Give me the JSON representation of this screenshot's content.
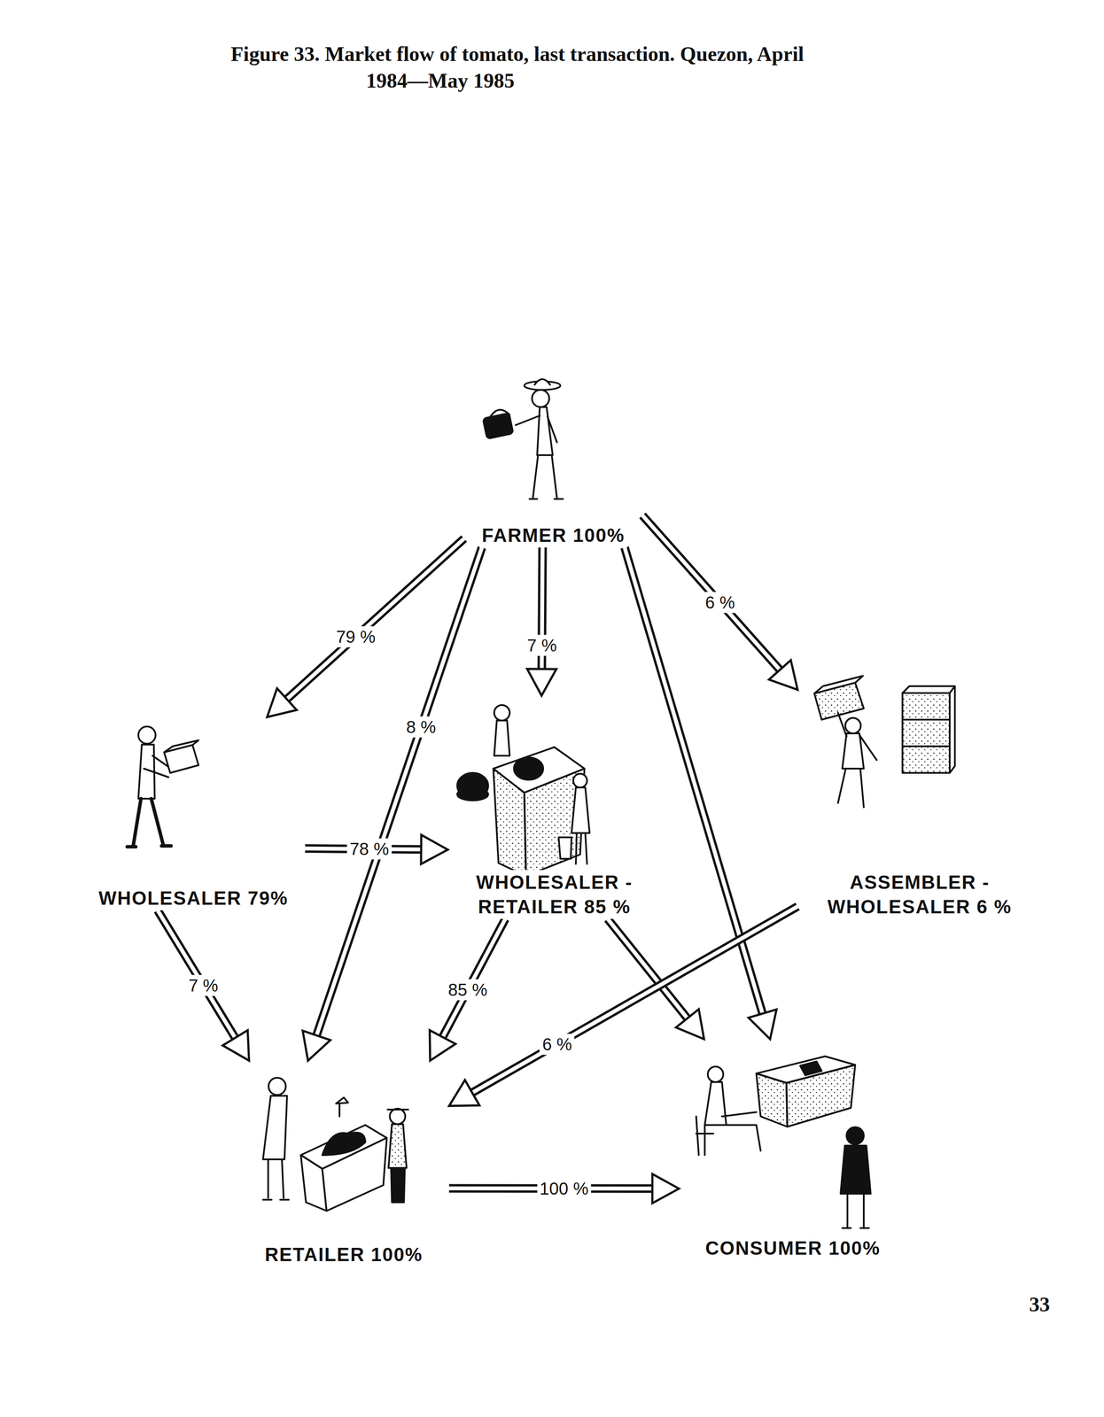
{
  "diagram": {
    "title": "Figure 33. Market flow of tomato, last transaction. Quezon, April 1984—May 1985",
    "nodes": [
      {
        "text": [
          "FARMER 100%"
        ]
      },
      {
        "text": [
          "WHOLESALER 79%"
        ]
      },
      {
        "text": [
          "WHOLESALER - RETAILER 85 %"
        ]
      },
      {
        "text": [
          "ASSEMBLER - WHOLESALER 6 %"
        ]
      },
      {
        "text": [
          "RETAILER 100%"
        ]
      },
      {
        "text": [
          "CONSUMER 100%"
        ]
      }
    ],
    "edges": [
      {
        "from": 0,
        "to": 1,
        "label": "79 %",
        "arrow": "to"
      },
      {
        "from": 0,
        "to": 4,
        "label": "8 %",
        "arrow": "to"
      },
      {
        "from": 0,
        "to": 2,
        "label": "7 %",
        "arrow": "to"
      },
      {
        "from": 0,
        "to": 5,
        "arrow": "to"
      },
      {
        "from": 0,
        "to": 3,
        "label": "6 %",
        "arrow": "to"
      },
      {
        "from": 1,
        "to": 2,
        "label": "78 %",
        "arrow": "to"
      },
      {
        "from": 1,
        "to": 4,
        "label": "7 %",
        "arrow": "to"
      },
      {
        "from": 2,
        "to": 4,
        "label": "85 %",
        "arrow": "to"
      },
      {
        "from": 2,
        "to": 5,
        "arrow": "to"
      },
      {
        "from": 3,
        "to": 4,
        "label": "6 %",
        "arrow": "to"
      },
      {
        "from": 4,
        "to": 5,
        "label": "100 %",
        "arrow": "to"
      }
    ],
    "labels": [
      "33"
    ]
  }
}
